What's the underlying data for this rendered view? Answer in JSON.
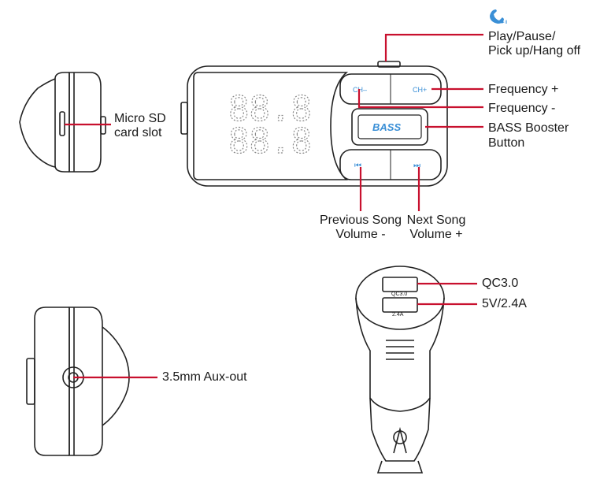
{
  "colors": {
    "accent": "#c8102e",
    "button_text": "#3a8fd6",
    "outline": "#222222"
  },
  "device_front": {
    "display_digits": "88.8",
    "display_digits_2": "88.8",
    "btn_ch_minus": "CH–",
    "btn_ch_plus": "CH+",
    "btn_bass": "BASS",
    "btn_prev": "⏮",
    "btn_next": "⏭"
  },
  "callouts": {
    "play_pause": [
      "Play/Pause/",
      "Pick up/Hang off"
    ],
    "frequency_plus": "Frequency +",
    "frequency_minus": "Frequency -",
    "bass_booster": [
      "BASS Booster",
      "Button"
    ],
    "micro_sd": [
      "Micro SD",
      "card slot"
    ],
    "previous_song": [
      "Previous Song",
      "Volume -"
    ],
    "next_song": [
      "Next Song",
      "Volume +"
    ],
    "qc30": "QC3.0",
    "fivev": "5V/2.4A",
    "aux_out": "3.5mm Aux-out"
  },
  "usb_labels": {
    "top": "QC3.0",
    "bottom": "2.4A"
  },
  "icons": {
    "phone": "phone-icon"
  }
}
